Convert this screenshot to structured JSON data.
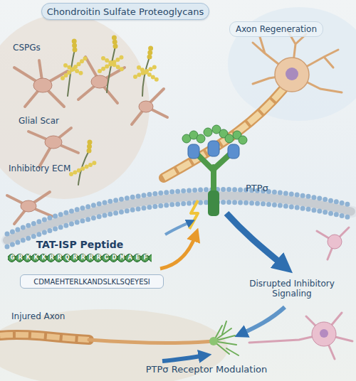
{
  "diagram": {
    "nodes": [
      {
        "text": [
          "Chondroitin Sulfate Proteoglycans"
        ]
      },
      {
        "text": [
          "Axon Regeneration"
        ]
      },
      {
        "text": [
          "TAT-ISP Peptide",
          "GRKKKRRQRRRRCDMAEF"
        ]
      },
      {
        "text": [
          "CDMAEHTERLKANDSLKLSQEYESI"
        ]
      }
    ],
    "labels": [
      "CSPGs",
      "Glial Scar",
      "Inhibitory ECM",
      "PTPσ",
      "Disrupted Inhibitory Signaling",
      "Injured Axon",
      "PTPσ Receptor Modulation"
    ]
  }
}
